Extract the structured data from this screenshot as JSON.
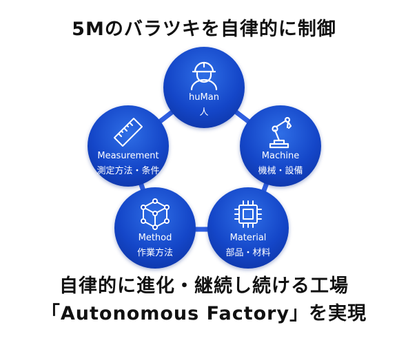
{
  "heading": "5Mのバラツキを自律的に制御",
  "footer_line1": "自律的に進化・継続し続ける工場",
  "footer_line2": "「Autonomous Factory」を実現",
  "colors": {
    "node": "#1446c8",
    "ring": "#2f5fe0"
  },
  "nodes": [
    {
      "en": "huMan",
      "jp": "人",
      "icon": "worker-helmet-icon"
    },
    {
      "en": "Machine",
      "jp": "機械・設備",
      "icon": "robot-arm-icon"
    },
    {
      "en": "Material",
      "jp": "部品・材料",
      "icon": "chip-icon"
    },
    {
      "en": "Method",
      "jp": "作業方法",
      "icon": "cube-network-icon"
    },
    {
      "en": "Measurement",
      "jp": "測定方法・条件",
      "icon": "ruler-icon"
    }
  ]
}
